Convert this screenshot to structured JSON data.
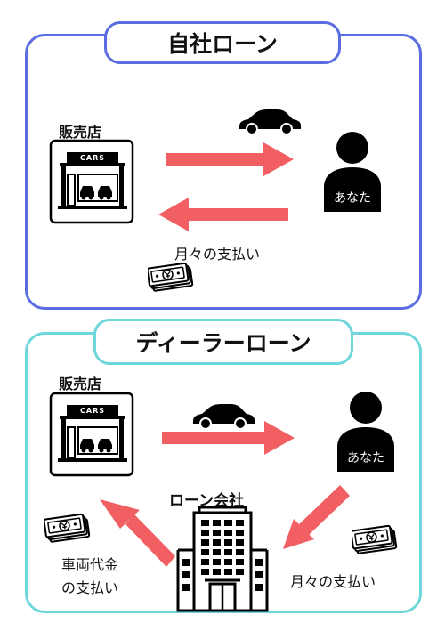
{
  "top": {
    "title": "自社ローン",
    "shop_label": "販売店",
    "shop_sign": "CARS",
    "person_label": "あなた",
    "payment_label": "月々の支払い"
  },
  "bottom": {
    "title": "ディーラーローン",
    "shop_label": "販売店",
    "shop_sign": "CARS",
    "person_label": "あなた",
    "loan_company_label": "ローン会社",
    "payment_label": "月々の支払い",
    "vehicle_payment_line1": "車両代金",
    "vehicle_payment_line2": "の支払い"
  },
  "icons": {
    "car": "car-icon",
    "person": "person-icon",
    "store": "store-icon",
    "banknote": "banknote-icon",
    "building": "office-building-icon"
  },
  "colors": {
    "top_border": "#5b6ee1",
    "bottom_border": "#6fd6dc",
    "arrow": "#f25f63",
    "icon": "#000000"
  }
}
